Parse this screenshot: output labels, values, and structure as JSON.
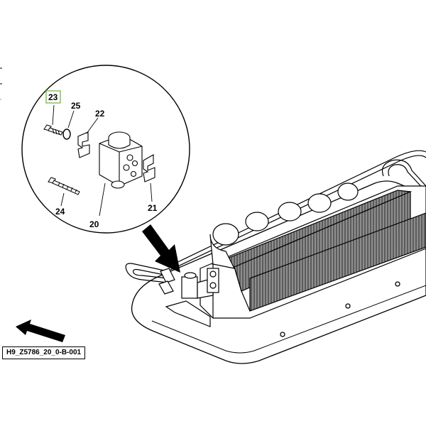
{
  "diagram": {
    "drawing_reference": "H9_Z5786_20_0-B-001",
    "callouts": {
      "c20": "20",
      "c21": "21",
      "c22": "22",
      "c23": "23",
      "c24": "24",
      "c25": "25"
    },
    "colors": {
      "line": "#000000",
      "highlight": "#7dbf4a",
      "fin_fill": "#9a9a9a",
      "paper": "#ffffff"
    }
  }
}
